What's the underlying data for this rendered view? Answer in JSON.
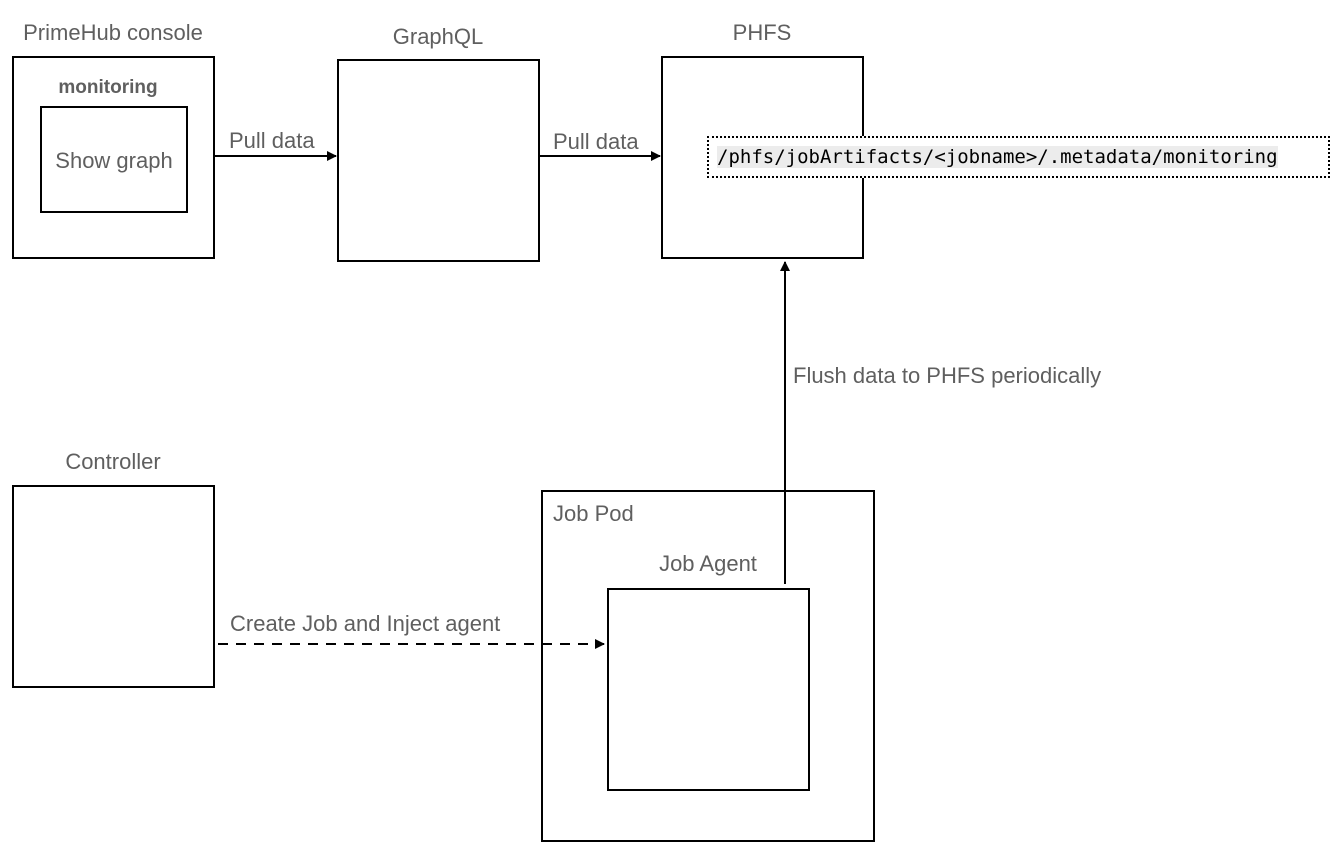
{
  "nodes": {
    "console": {
      "title": "PrimeHub console",
      "inner_title": "monitoring",
      "inner_label": "Show graph"
    },
    "graphql": {
      "title": "GraphQL"
    },
    "phfs": {
      "title": "PHFS",
      "path": "/phfs/jobArtifacts/<jobname>/.metadata/monitoring"
    },
    "controller": {
      "title": "Controller"
    },
    "job_pod": {
      "title": "Job Pod",
      "agent_title": "Job Agent"
    }
  },
  "edges": {
    "console_to_graphql": "Pull data",
    "graphql_to_phfs": "Pull data",
    "agent_to_phfs": "Flush data to PHFS periodically",
    "controller_to_agent": "Create Job and Inject agent"
  }
}
